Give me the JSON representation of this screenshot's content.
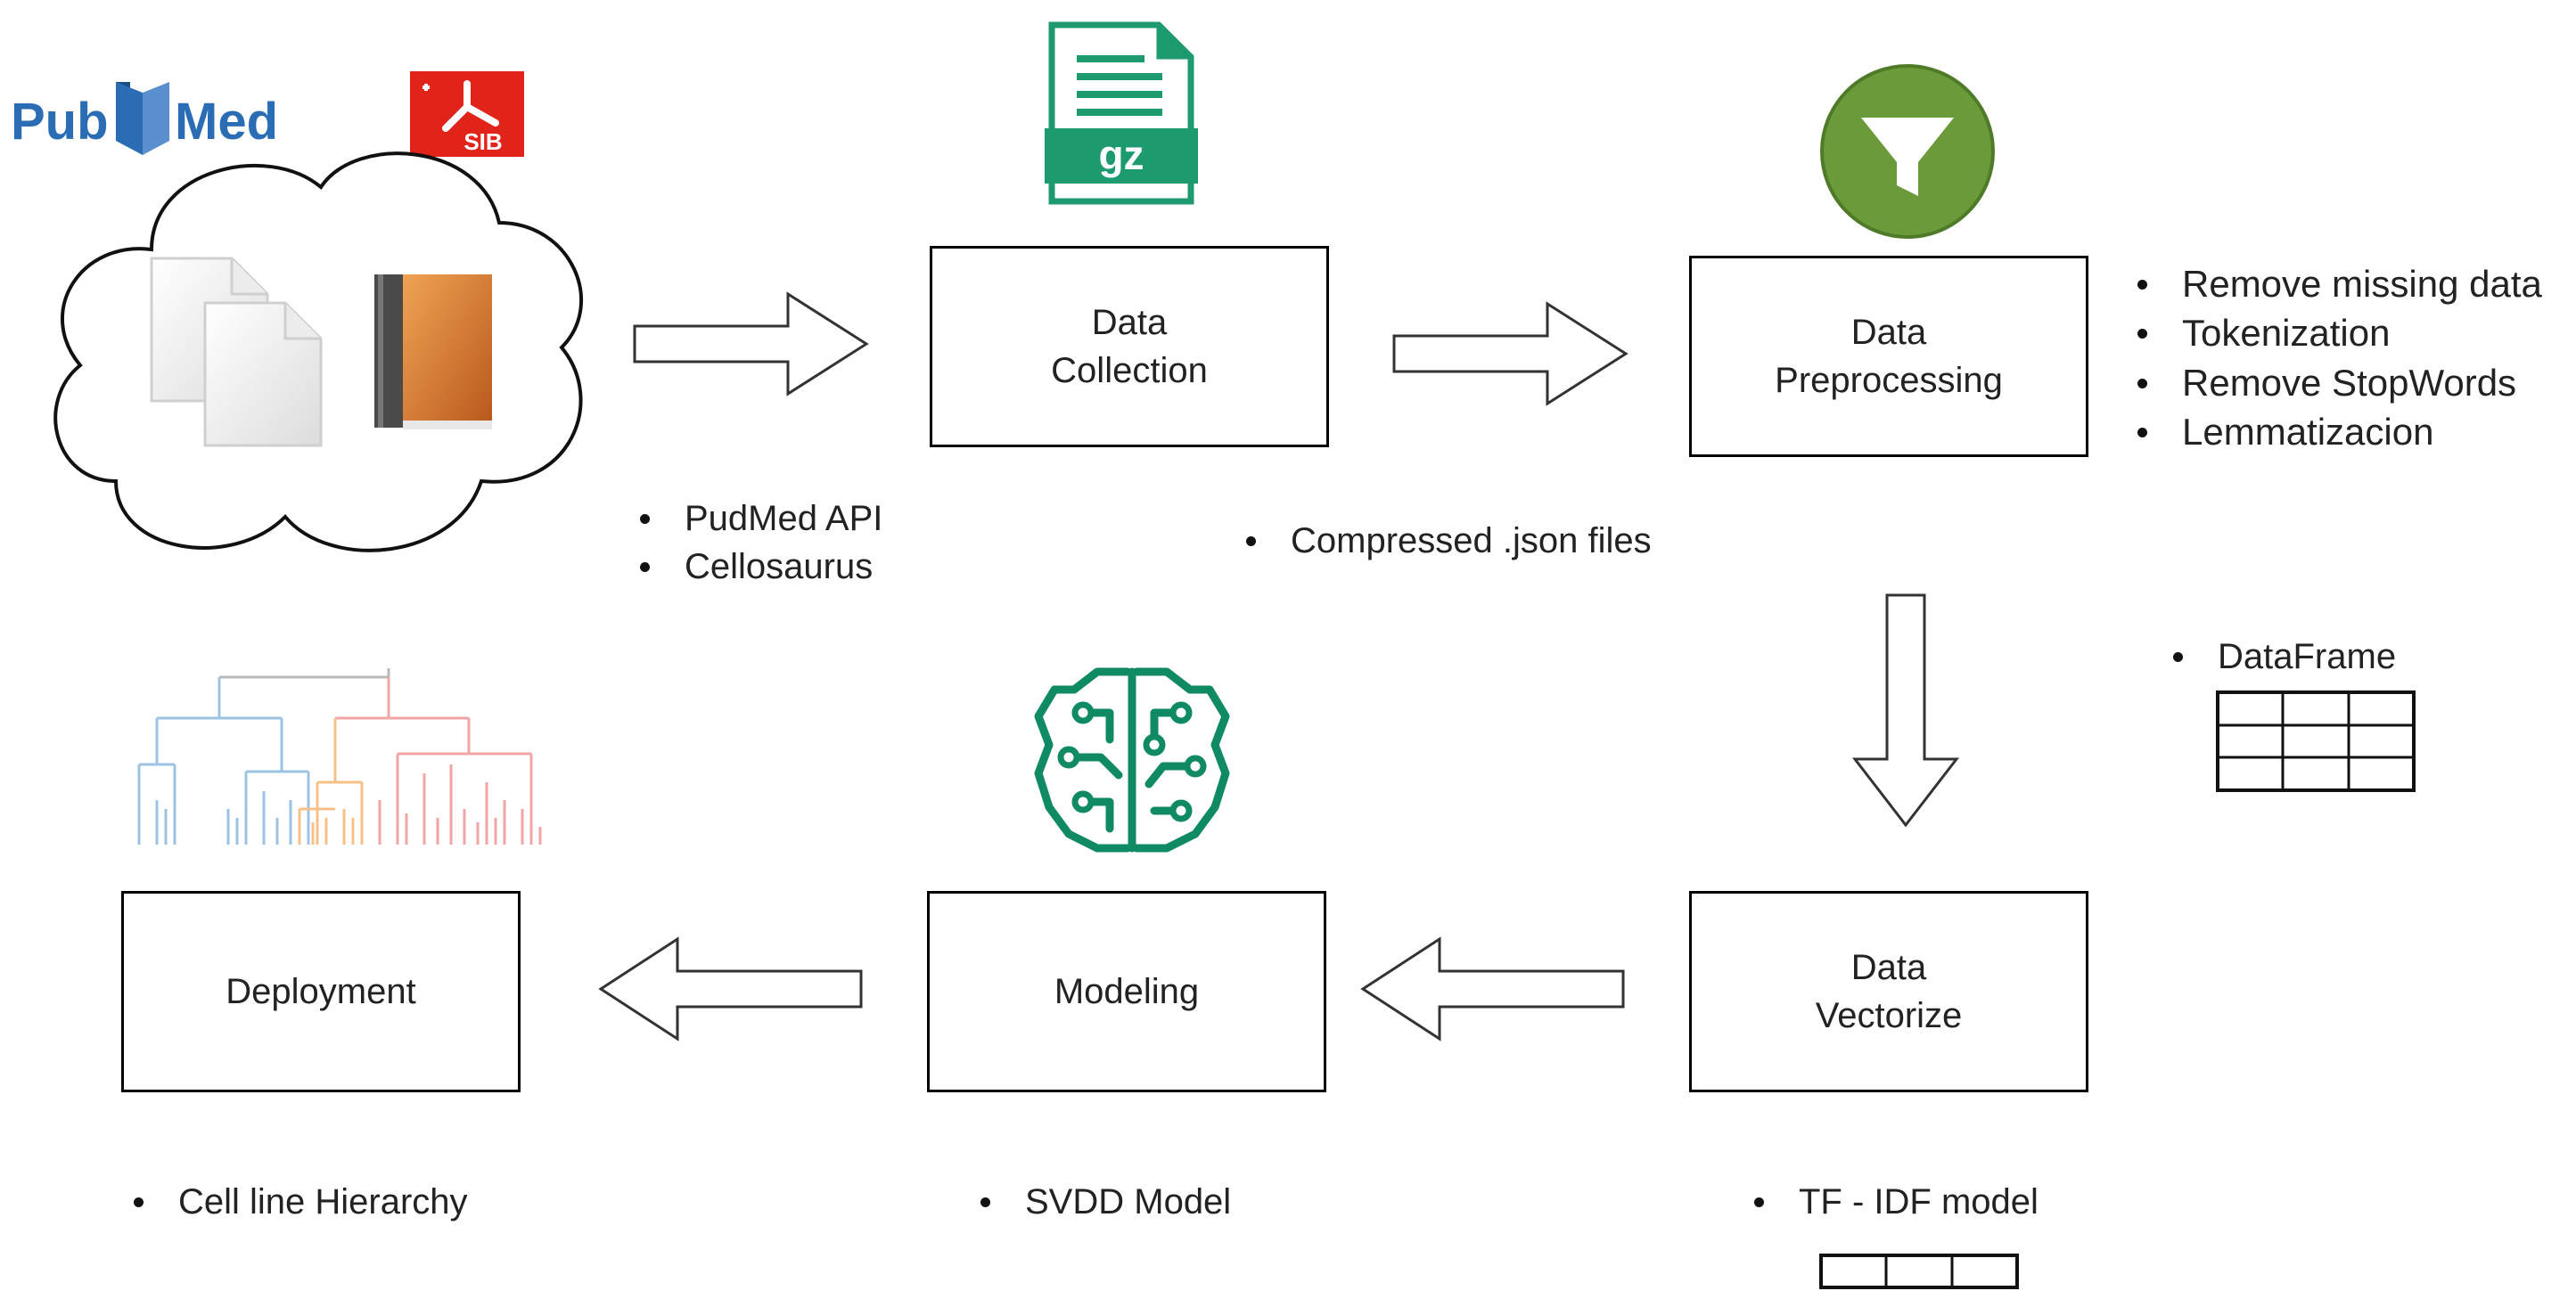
{
  "logos": {
    "pubmed_left": "Pub",
    "pubmed_right": "Med",
    "sib": "SIB"
  },
  "icons": {
    "gz_label": "gz"
  },
  "boxes": {
    "data_collection": {
      "line1": "Data",
      "line2": "Collection"
    },
    "data_preprocessing": {
      "line1": "Data",
      "line2": "Preprocessing"
    },
    "data_vectorize": {
      "line1": "Data",
      "line2": "Vectorize"
    },
    "modeling": {
      "label": "Modeling"
    },
    "deployment": {
      "label": "Deployment"
    }
  },
  "notes": {
    "sources": [
      "PudMed API",
      "Cellosaurus"
    ],
    "collection": [
      "Compressed .json files"
    ],
    "preprocessing": [
      "Remove missing data",
      "Tokenization",
      "Remove StopWords",
      "Lemmatizacion"
    ],
    "dataframe": [
      "DataFrame"
    ],
    "vectorize": [
      "TF - IDF model"
    ],
    "modeling": [
      "SVDD Model"
    ],
    "deployment": [
      "Cell line Hierarchy"
    ]
  },
  "colors": {
    "pubmed_blue": "#2a6db5",
    "sib_red": "#e2231a",
    "gz_green": "#1e9a6f",
    "filter_green": "#6a9a3a",
    "brain_green": "#0f8a65",
    "book_orange": "#d9782b",
    "dendro_blue": "#9cc3e4",
    "dendro_red": "#f2a5a5",
    "dendro_orange": "#f7c08a"
  }
}
